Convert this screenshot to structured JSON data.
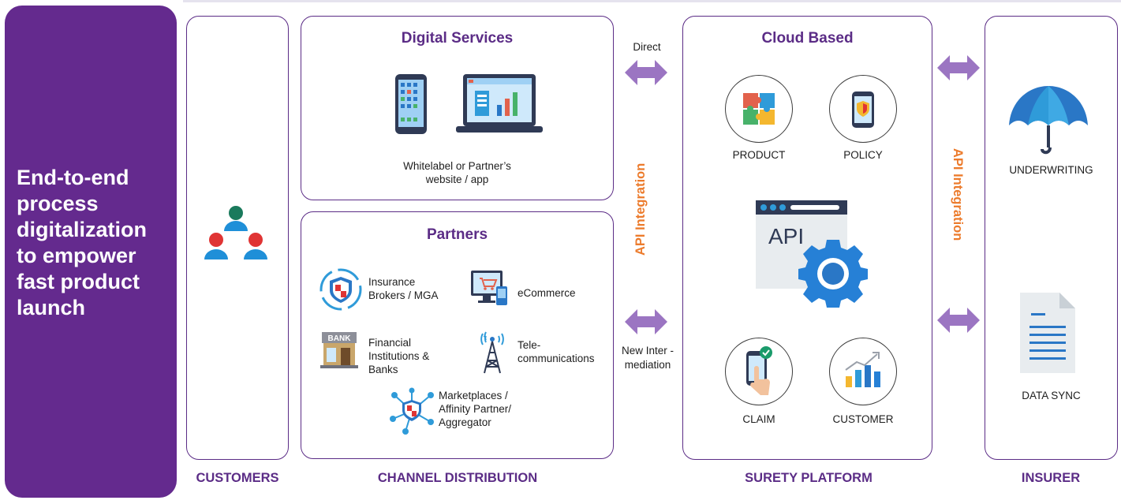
{
  "hero": {
    "text_lines": [
      "End-to-end",
      "process",
      "digitalization",
      "to empower",
      "fast product",
      "launch"
    ]
  },
  "sections": {
    "customers": "CUSTOMERS",
    "channel": "CHANNEL DISTRIBUTION",
    "surety": "SURETY PLATFORM",
    "insurer": "INSURER"
  },
  "digital_services": {
    "title": "Digital Services",
    "caption_line1": "Whitelabel or Partner’s",
    "caption_line2": "website / app"
  },
  "partners": {
    "title": "Partners",
    "items": [
      {
        "line1": "Insurance",
        "line2": "Brokers / MGA",
        "icon": "shield-icon"
      },
      {
        "line1": "eCommerce",
        "icon": "ecommerce-icon"
      },
      {
        "line1": "Financial",
        "line2": "Institutions &",
        "line3": "Banks",
        "icon": "bank-icon",
        "icon_text": "BANK"
      },
      {
        "line1": "Tele-",
        "line2": "communications",
        "icon": "tower-icon"
      },
      {
        "line1": "Marketplaces /",
        "line2": "Affinity Partner/",
        "line3": "Aggregator",
        "icon": "network-shield-icon"
      }
    ]
  },
  "connectors": {
    "direct": "Direct",
    "new_line1": "New Inter -",
    "new_line2": "mediation",
    "api_left": "API Integration",
    "api_right": "API Integration"
  },
  "cloud": {
    "title": "Cloud Based",
    "product": "PRODUCT",
    "policy": "POLICY",
    "claim": "CLAIM",
    "customer": "CUSTOMER",
    "api_label": "API"
  },
  "insurer": {
    "underwriting": "UNDERWRITING",
    "data_sync": "DATA SYNC"
  },
  "colors": {
    "brand_purple": "#642a8e",
    "arrow_purple": "#9b75c2",
    "api_orange": "#ec7b2c",
    "icon_blue": "#2680d6"
  }
}
